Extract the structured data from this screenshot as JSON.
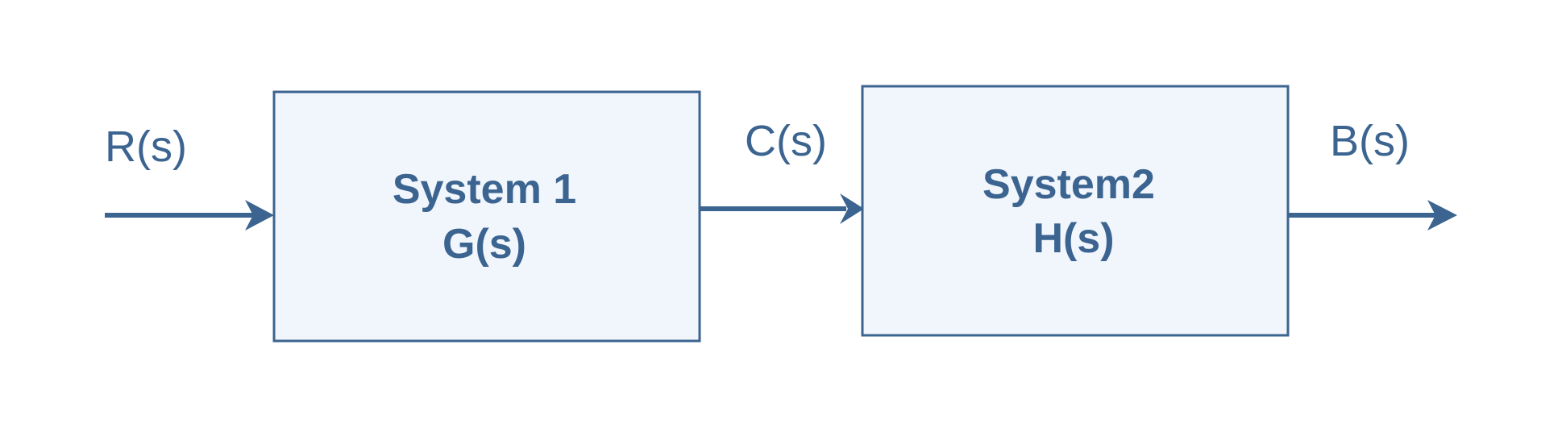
{
  "colors": {
    "stroke": "#3c6490",
    "block_fill": "#f1f6fc",
    "text": "#3c6490",
    "background": "#ffffff"
  },
  "signals": {
    "input": "R(s)",
    "intermediate": "C(s)",
    "output": "B(s)"
  },
  "blocks": [
    {
      "title": "System 1",
      "transfer": "G(s)"
    },
    {
      "title": "System2",
      "transfer": "H(s)"
    }
  ]
}
